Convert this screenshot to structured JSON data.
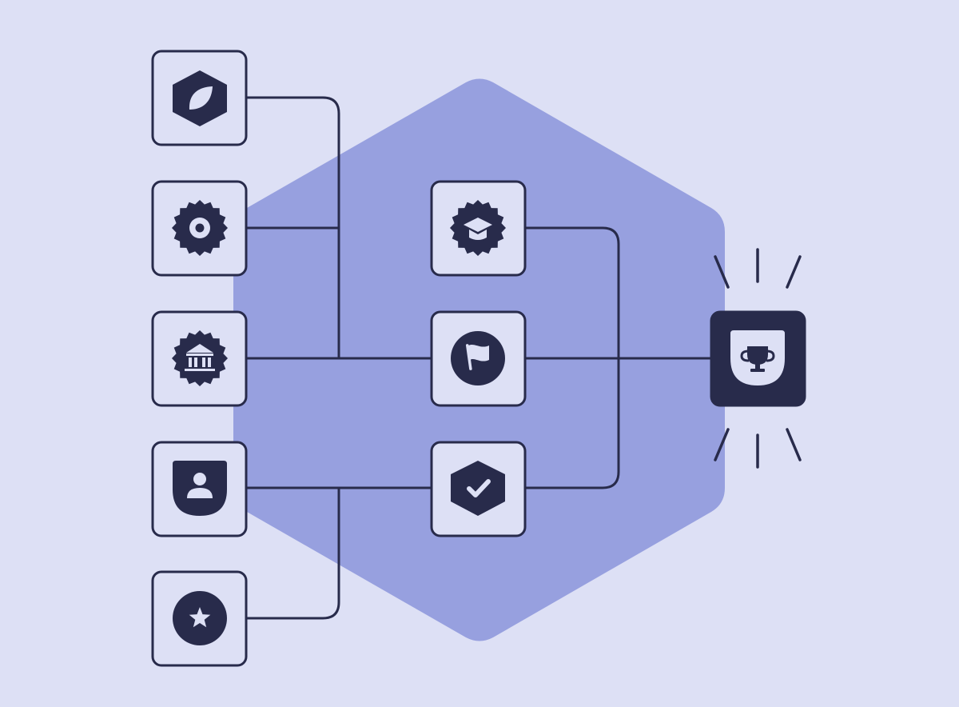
{
  "colors": {
    "background": "#dde0f5",
    "hexagon": "#97a0df",
    "ink": "#282b4b",
    "tile_fill": "#dde0f5",
    "icon_light": "#dde0f5"
  },
  "nodes": {
    "left": [
      {
        "id": "leaf-hexagon-badge",
        "icon": "leaf-icon"
      },
      {
        "id": "gear-badge",
        "icon": "gear-icon"
      },
      {
        "id": "bank-seal-badge",
        "icon": "bank-icon"
      },
      {
        "id": "person-shield-badge",
        "icon": "person-icon"
      },
      {
        "id": "star-circle-badge",
        "icon": "star-icon"
      }
    ],
    "middle": [
      {
        "id": "graduation-seal-badge",
        "icon": "graduation-cap-icon"
      },
      {
        "id": "flag-circle-badge",
        "icon": "flag-icon"
      },
      {
        "id": "check-hexagon-badge",
        "icon": "check-icon"
      }
    ],
    "final": {
      "id": "trophy-badge",
      "icon": "trophy-icon",
      "highlighted": true
    }
  },
  "connections": [
    {
      "from": "leaf-hexagon-badge",
      "to": "flag-circle-badge"
    },
    {
      "from": "gear-badge",
      "to": "flag-circle-badge"
    },
    {
      "from": "bank-seal-badge",
      "to": "flag-circle-badge"
    },
    {
      "from": "person-shield-badge",
      "to": "check-hexagon-badge"
    },
    {
      "from": "star-circle-badge",
      "to": "check-hexagon-badge"
    },
    {
      "from": "graduation-seal-badge",
      "to": "trophy-badge"
    },
    {
      "from": "flag-circle-badge",
      "to": "trophy-badge"
    },
    {
      "from": "check-hexagon-badge",
      "to": "trophy-badge"
    }
  ]
}
